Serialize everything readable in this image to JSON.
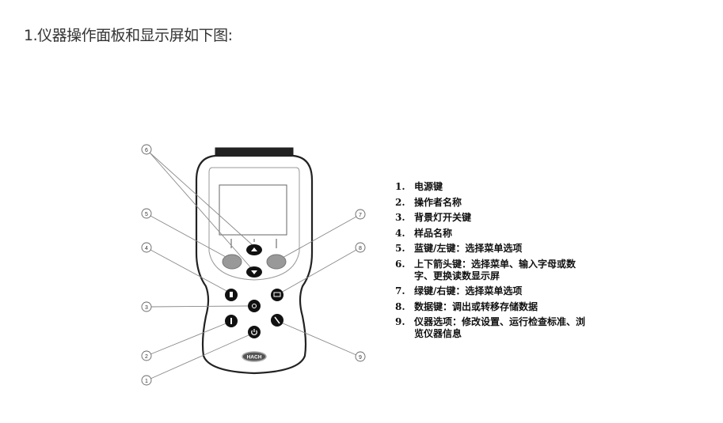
{
  "title": "1.仪器操作面板和显示屏如下图:",
  "device": {
    "brand_logo": "HACH",
    "callouts": [
      "1",
      "2",
      "3",
      "4",
      "5",
      "6",
      "7",
      "8",
      "9"
    ]
  },
  "legend": [
    {
      "num": "1.",
      "text": "电源键"
    },
    {
      "num": "2.",
      "text": "操作者名称"
    },
    {
      "num": "3.",
      "text": "背景灯开关键"
    },
    {
      "num": "4.",
      "text": "样品名称"
    },
    {
      "num": "5.",
      "text": "蓝键/左键：选择菜单选项"
    },
    {
      "num": "6.",
      "text": "上下箭头键：选择菜单、输入字母或数字、更换读数显示屏"
    },
    {
      "num": "7.",
      "text": "绿键/右键：选择菜单选项"
    },
    {
      "num": "8.",
      "text": "数据键：调出或转移存储数据"
    },
    {
      "num": "9.",
      "text": "仪器选项：修改设置、运行检查标准、浏览仪器信息"
    }
  ]
}
